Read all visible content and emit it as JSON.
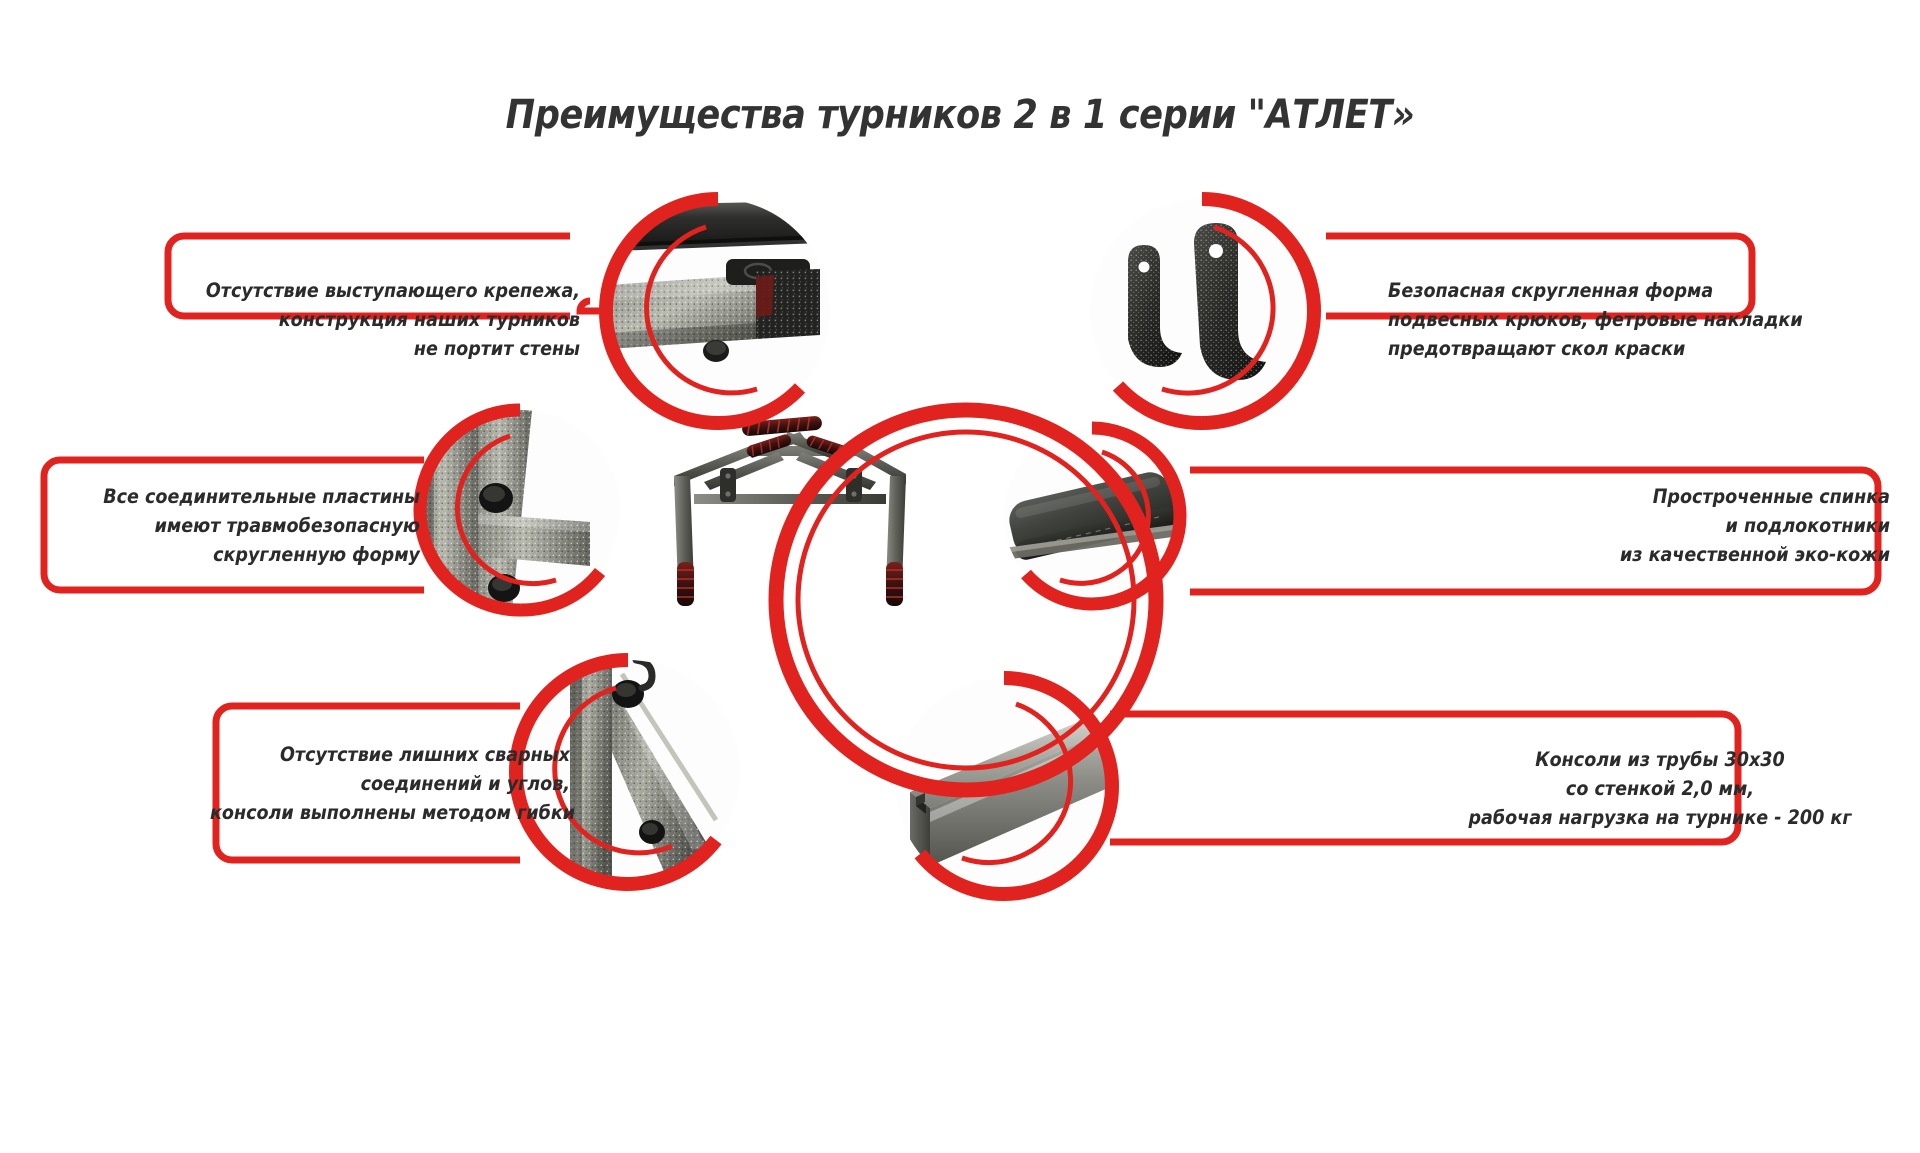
{
  "page": {
    "title": "Преимущества турников 2 в 1 серии \"АТЛЕТ»",
    "background_color": "#ffffff",
    "accent_color": "#e0231e",
    "text_color": "#2b2b2b"
  },
  "center": {
    "name": "pull-up-bar-2-in-1",
    "caption": ""
  },
  "features": [
    {
      "id": "no-protruding-fasteners",
      "position": "top-left",
      "icon": "wall-mount-bracket-photo",
      "lines": [
        "Отсутствие выступающего крепежа,",
        "конструкция наших турников",
        "не портит стены"
      ]
    },
    {
      "id": "safe-rounded-hooks",
      "position": "top-right",
      "icon": "suspension-hooks-photo",
      "lines": [
        "Безопасная скругленная форма",
        "подвесных крюков, фетровые накладки",
        "предотвращают скол краски"
      ]
    },
    {
      "id": "rounded-connecting-plates",
      "position": "middle-left",
      "icon": "connecting-plate-photo",
      "lines": [
        "Все соединительные пластины",
        "имеют травмобезопасную",
        "скругленную форму"
      ]
    },
    {
      "id": "stitched-eco-leather",
      "position": "middle-right",
      "icon": "eco-leather-backrest-photo",
      "lines": [
        "Простроченные спинка",
        "и подлокотники",
        "из качественной эко-кожи"
      ]
    },
    {
      "id": "no-extra-welds",
      "position": "bottom-left",
      "icon": "bent-console-photo",
      "lines": [
        "Отсутствие лишних сварных",
        "соединений и углов,",
        "консоли выполнены методом гибки"
      ]
    },
    {
      "id": "30x30-tube-consoles",
      "position": "bottom-right",
      "icon": "square-tube-photo",
      "lines": [
        "Консоли из трубы 30х30",
        "со стенкой  2,0 мм,",
        "рабочая нагрузка на турнике - 200 кг"
      ]
    }
  ]
}
